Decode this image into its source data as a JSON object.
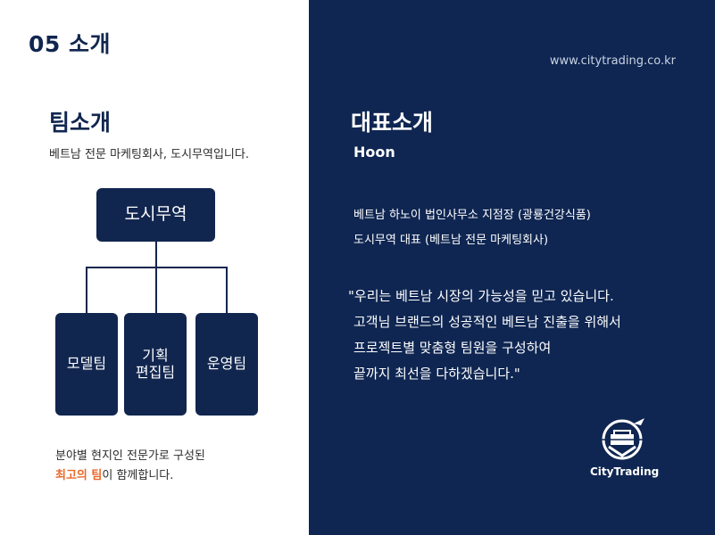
{
  "left": {
    "section_title": "05  소개",
    "team_heading": "팀소개",
    "team_subtitle": "베트남 전문 마케팅회사, 도시무역입니다.",
    "org_chart": {
      "root": "도시무역",
      "children": [
        {
          "label_lines": [
            "모델팀"
          ]
        },
        {
          "label_lines": [
            "기획",
            "편집팀"
          ]
        },
        {
          "label_lines": [
            "운영팀"
          ]
        }
      ]
    },
    "team_description": {
      "line1": "분야별 현지인 전문가로 구성된",
      "highlight": "최고의 팀",
      "line2_suffix": "이 함께합니다."
    }
  },
  "right": {
    "url": "www.citytrading.co.kr",
    "ceo_heading": "대표소개",
    "ceo_name": "Hoon",
    "ceo_info": [
      "베트남 하노이 법인사무소 지점장 (광룡건강식품)",
      "도시무역 대표 (베트남 전문 마케팅회사)"
    ],
    "quote_lines": [
      "\"우리는 베트남 시장의 가능성을 믿고 있습니다.",
      "고객님 브랜드의 성공적인 베트남 진출을 위해서",
      "프로젝트별 맞춤형 팀원을 구성하여",
      "끝까지 최선을 다하겠습니다.\""
    ],
    "logo_name": "CityTrading"
  },
  "colors": {
    "navy": "#11264f",
    "panel": "#0f2652",
    "accent": "#e8692a"
  }
}
